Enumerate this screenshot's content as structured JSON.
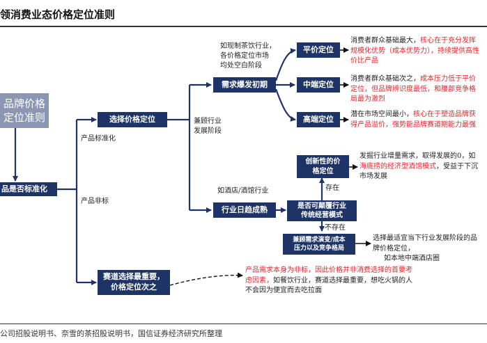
{
  "header": {
    "title": "领消费业态价格定位准则"
  },
  "nodes": {
    "root_line1": "品牌价格",
    "root_line2": "定位准则",
    "standardized": "品是否标准化",
    "choose_price": "选择价格定位",
    "demand_burst": "需求爆发初期",
    "flat_price": "平价定位",
    "mid_end": "中端定位",
    "high_end": "高端定位",
    "innovative_line1": "创新性的价",
    "innovative_line2": "格定位",
    "mature": "行业日趋成熟",
    "segment_line1": "是否可颠覆行业",
    "segment_line2": "传统经营模式",
    "compete_line1": "兼顾需求演变/成本",
    "compete_line2": "压力以及竞争格局",
    "track_line1": "赛道选择最重要，",
    "track_line2": "价格定位次之"
  },
  "labels": {
    "product_std": "产品标准化",
    "product_nonstd": "产品非标",
    "demand_note_1": "如现制茶饮行业，",
    "demand_note_2": "各价格定位市场",
    "demand_note_3": "均处空白阶段",
    "growth_1": "兼顾行业",
    "growth_2": "发展阶段",
    "liquor": "如酒店/酒馆行业",
    "exists": "存在",
    "not_exists": "不存在"
  },
  "descriptions": {
    "flat_black": "消费者群众基础最大，",
    "flat_red": "核心在于充分发挥规模化优势（成本优势力），持续提供高性价比产品",
    "mid_black": "消费者群众基础次之，",
    "mid_red": "成本压力低于平价定位，但品牌辨识度最低，和腰部竞争格局最为激烈",
    "high_black": "潜在市场空间最小，",
    "high_red": "核心在于塑造品牌获得产品溢价，强势能品牌赛道期能力最强",
    "innov_black_1": "发掘行业增量需求，取得发展的0，如",
    "innov_red": "海底捞的经济型酒馆模式",
    "innov_black_2": "，受益于下沉市场发展",
    "compete_black": "选择最适宜当下行业发展阶段的品牌价格定位，",
    "compete_example": "如本地中端酒店圈",
    "track_red": "产品需求本身为非标，因此价格并非消费选择的首要考虑因素，",
    "track_black": "如餐饮行业，赛道选择最重要，想吃火锅的人不会因为便宜而去吃拉面"
  },
  "footer": {
    "source": "公司招股说明书、奈雪的茶招股说明书，国信证券经济研究所整理"
  },
  "colors": {
    "navy": "#1f3466",
    "grey": "#8c96b2",
    "red": "#e0282e",
    "arrow": "#1f3466"
  }
}
